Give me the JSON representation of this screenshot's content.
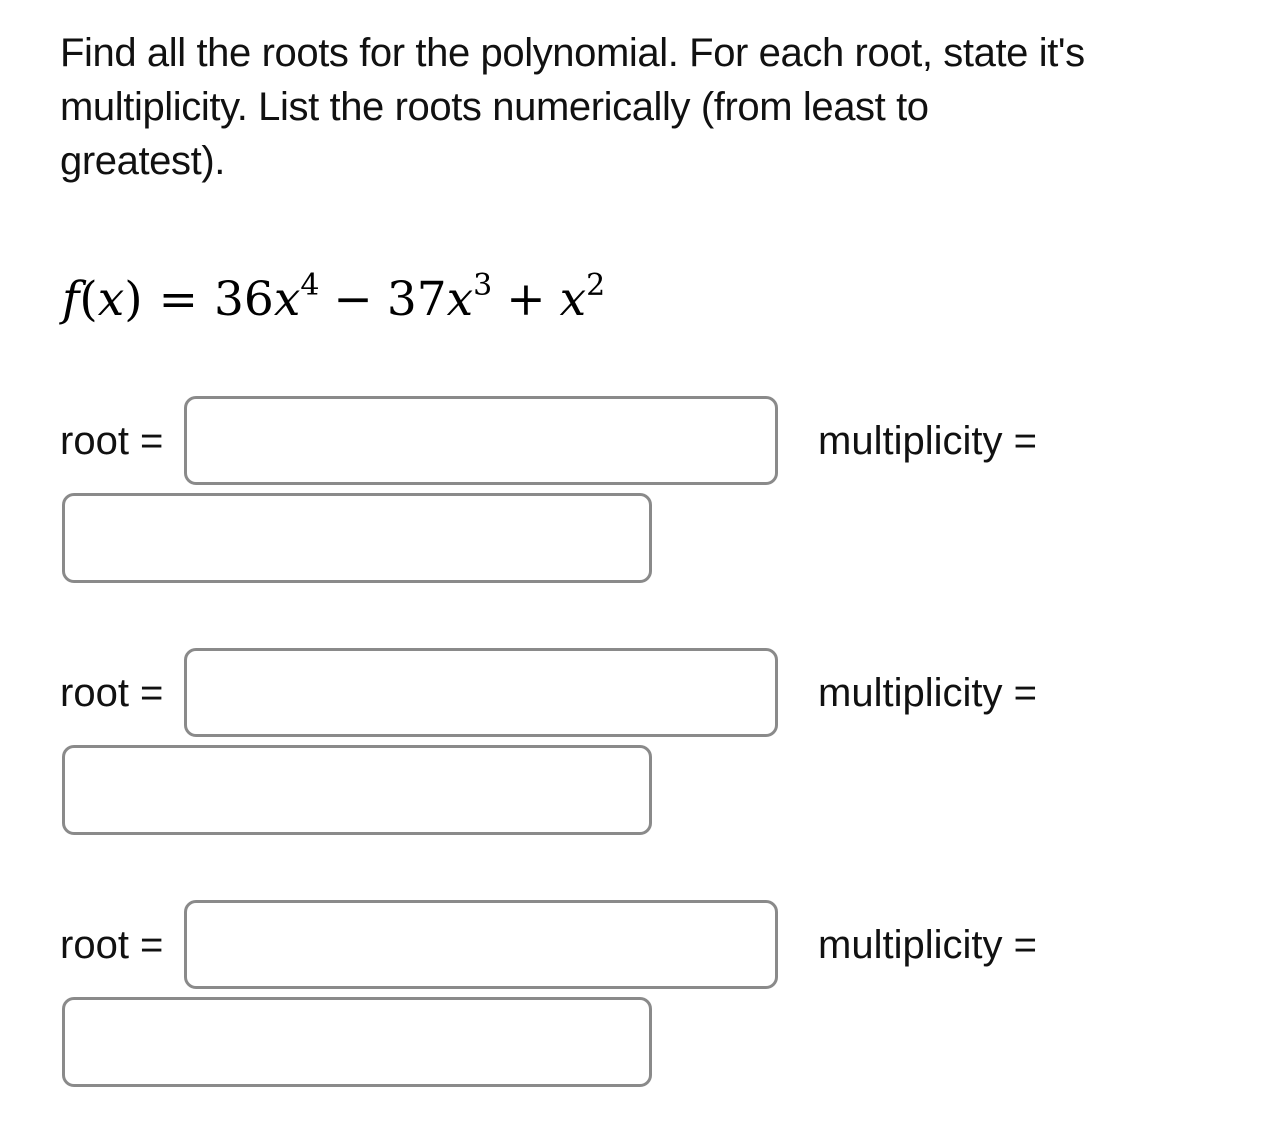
{
  "page": {
    "background_color": "#ffffff",
    "text_color": "#111111",
    "box_border_color": "#8a8a8a"
  },
  "prompt": {
    "full_text": "Find all the roots for the polynomial. For each root, state it's multiplicity. List the roots numerically (from least to greatest).",
    "lines": [
      "Find all the roots for the polynomial. For each root, state it's",
      "multiplicity. List the roots numerically (from least to",
      "greatest)."
    ]
  },
  "formula": {
    "plain_text": "f(x) = 36x^4 − 37x^3 + x^2",
    "func_name": "f",
    "lparen": "(",
    "arg_var": "x",
    "rparen": ")",
    "equals": "=",
    "term1_coef": "36",
    "term1_var": "x",
    "term1_exp": "4",
    "minus": "−",
    "term2_coef": "37",
    "term2_var": "x",
    "term2_exp": "3",
    "plus": "+",
    "term3_var": "x",
    "term3_exp": "2"
  },
  "answers": {
    "rows": [
      {
        "root_label": "root =",
        "root_value": "",
        "multiplicity_label": "multiplicity =",
        "multiplicity_value": ""
      },
      {
        "root_label": "root =",
        "root_value": "",
        "multiplicity_label": "multiplicity =",
        "multiplicity_value": ""
      },
      {
        "root_label": "root =",
        "root_value": "",
        "multiplicity_label": "multiplicity =",
        "multiplicity_value": ""
      }
    ]
  }
}
